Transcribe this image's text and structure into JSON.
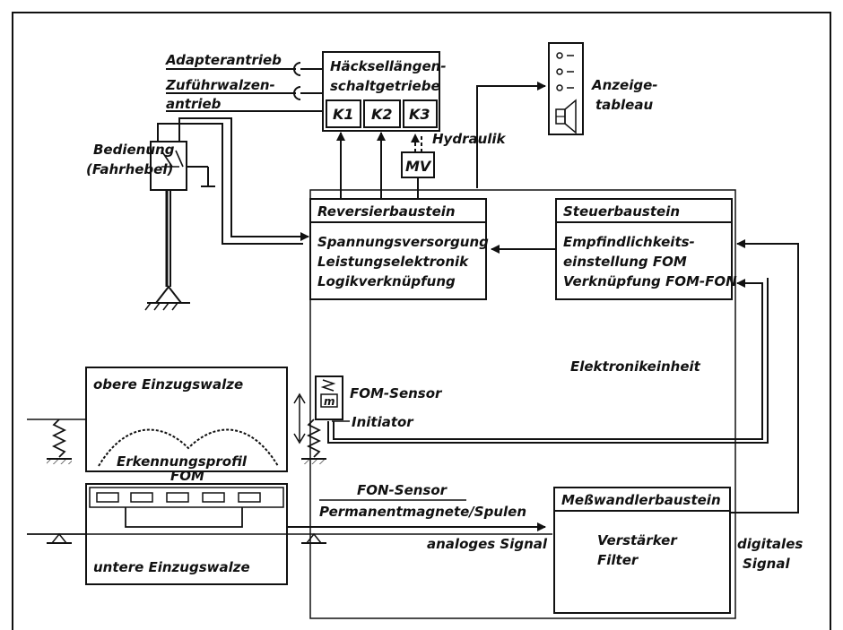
{
  "labels": {
    "adapterantrieb": "Adapterantrieb",
    "zufuhr1": "Zuführwalzen-",
    "zufuhr2": "antrieb",
    "haecksel1": "Häcksellängen-",
    "haecksel2": "schaltgetriebe",
    "k1": "K1",
    "k2": "K2",
    "k3": "K3",
    "hydraulik": "Hydraulik",
    "mv": "MV",
    "anzeige1": "Anzeige-",
    "anzeige2": "tableau",
    "bedienung1": "Bedienung",
    "bedienung2": "(Fahrhebel)",
    "reversier_title": "Reversierbaustein",
    "reversier_l1": "Spannungsversorgung",
    "reversier_l2": "Leistungselektronik",
    "reversier_l3": "Logikverknüpfung",
    "steuer_title": "Steuerbaustein",
    "steuer_l1": "Empfindlichkeits-",
    "steuer_l2": "einstellung FOM",
    "steuer_l3": "Verknüpfung FOM-FON",
    "elektronik": "Elektronikeinheit",
    "obere": "obere Einzugswalze",
    "fom_sensor": "FOM-Sensor",
    "initiator": "Initiator",
    "m_label": "m",
    "erkennung1": "Erkennungsprofil",
    "erkennung2": "FOM",
    "fon1": "FON-Sensor",
    "fon2": "Permanentmagnete/Spulen",
    "analog": "analoges Signal",
    "untere": "untere Einzugswalze",
    "mess_title": "Meßwandlerbaustein",
    "mess_l1": "Verstärker",
    "mess_l2": "Filter",
    "digital1": "digitales",
    "digital2": "Signal"
  }
}
